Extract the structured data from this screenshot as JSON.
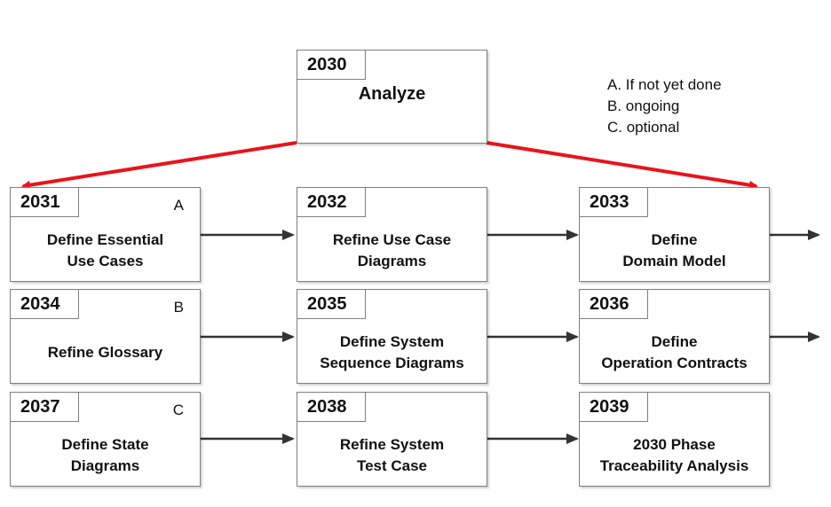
{
  "boxes": [
    {
      "id": "2030",
      "label": "Analyze",
      "tag": ""
    },
    {
      "id": "2031",
      "label": "Define Essential\nUse Cases",
      "tag": "A"
    },
    {
      "id": "2032",
      "label": "Refine Use Case\nDiagrams",
      "tag": ""
    },
    {
      "id": "2033",
      "label": "Define\nDomain Model",
      "tag": ""
    },
    {
      "id": "2034",
      "label": "Refine Glossary",
      "tag": "B"
    },
    {
      "id": "2035",
      "label": "Define System\nSequence Diagrams",
      "tag": ""
    },
    {
      "id": "2036",
      "label": "Define\nOperation Contracts",
      "tag": ""
    },
    {
      "id": "2037",
      "label": "Define State\nDiagrams",
      "tag": "C"
    },
    {
      "id": "2038",
      "label": "Refine System\nTest Case",
      "tag": ""
    },
    {
      "id": "2039",
      "label": "2030 Phase\nTraceability Analysis",
      "tag": ""
    }
  ],
  "legend": {
    "a": "A. If not yet done",
    "b": "B. ongoing",
    "c": "C. optional"
  },
  "colors": {
    "highlight_arrow": "#e8141c",
    "flow_arrow": "#333333",
    "border": "#7f7f7f"
  }
}
